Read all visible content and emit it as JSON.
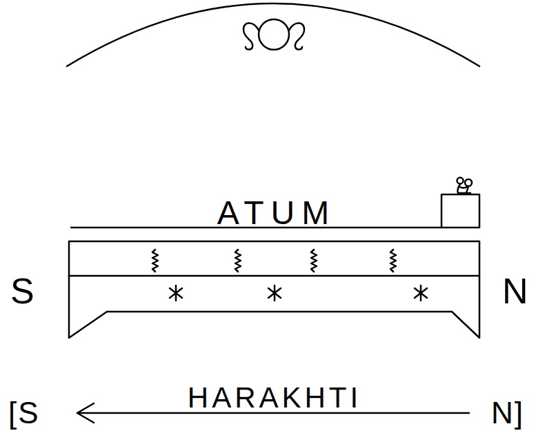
{
  "diagram": {
    "labels": [
      "ATUM",
      "S",
      "N",
      "[S",
      "HARAKHTI",
      "N]"
    ]
  }
}
